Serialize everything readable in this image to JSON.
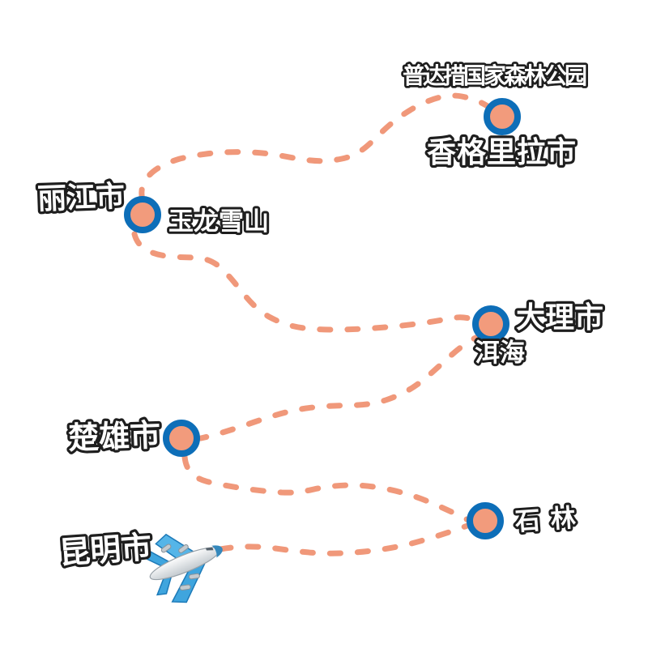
{
  "map": {
    "background": "#FFFFFF",
    "colors": {
      "route_dash": "#F0987A",
      "marker_fill": "#F29B7C",
      "marker_ring": "#0D6EB8",
      "label_fill": "#FFFFFF",
      "label_outline": "#1E1E1E",
      "airplane_wing": "#4AAEE4",
      "airplane_body": "#E2E7EA"
    },
    "labels": {
      "pudacuo": "普达措国家森林公园",
      "shangrila": "香格里拉市",
      "lijiang": "丽江市",
      "yulongxueshan": "玉龙雪山",
      "dali": "大理市",
      "erhai": "洱海",
      "chuxiong": "楚雄市",
      "shilin": "石林",
      "kunming": "昆明市"
    },
    "segments": [
      {
        "from": "昆明市",
        "to": "石林"
      },
      {
        "from": "石林",
        "to": "楚雄市"
      },
      {
        "from": "楚雄市",
        "to": "大理市"
      },
      {
        "from": "大理市",
        "to": "丽江市"
      },
      {
        "from": "丽江市",
        "to": "香格里拉市"
      }
    ],
    "icons": {
      "airplane": "✈"
    }
  }
}
